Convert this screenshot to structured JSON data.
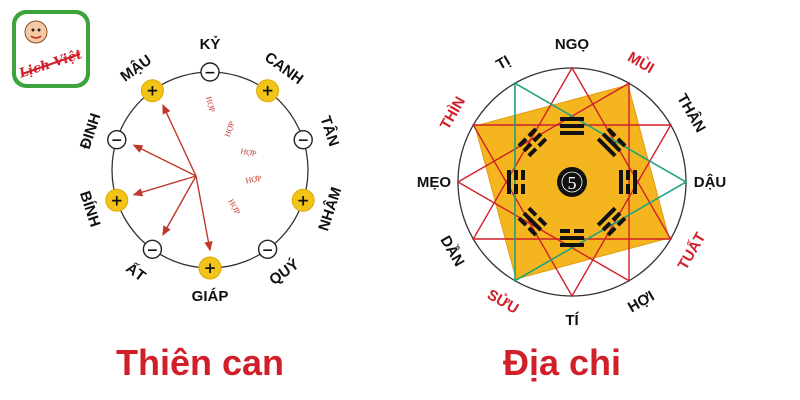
{
  "logo": {
    "text": "Lịch Việt"
  },
  "thien_can": {
    "caption": "Thiên can",
    "items": [
      {
        "label": "KỶ",
        "sign": "−"
      },
      {
        "label": "CANH",
        "sign": "+"
      },
      {
        "label": "TÂN",
        "sign": "−"
      },
      {
        "label": "NHÂM",
        "sign": "+"
      },
      {
        "label": "QUÝ",
        "sign": "−"
      },
      {
        "label": "GIÁP",
        "sign": "+"
      },
      {
        "label": "ẤT",
        "sign": "−"
      },
      {
        "label": "BÍNH",
        "sign": "+"
      },
      {
        "label": "ĐINH",
        "sign": "−"
      },
      {
        "label": "MẬU",
        "sign": "+"
      }
    ],
    "hop_label": "HỢP"
  },
  "dia_chi": {
    "caption": "Địa chi",
    "center_number": "5",
    "branches": [
      {
        "label": "NGỌ",
        "highlight": false
      },
      {
        "label": "MÙI",
        "highlight": true
      },
      {
        "label": "THÂN",
        "highlight": false
      },
      {
        "label": "DẬU",
        "highlight": false
      },
      {
        "label": "TUẤT",
        "highlight": true
      },
      {
        "label": "HỢI",
        "highlight": false
      },
      {
        "label": "TÍ",
        "highlight": false
      },
      {
        "label": "SỬU",
        "highlight": true
      },
      {
        "label": "DẦN",
        "highlight": false
      },
      {
        "label": "MẸO",
        "highlight": false
      },
      {
        "label": "THÌN",
        "highlight": true
      },
      {
        "label": "TỊ",
        "highlight": false
      }
    ]
  },
  "colors": {
    "accent_red": "#d11f2a",
    "plus_circle": "#f2c417",
    "square_fill": "#f5b51f",
    "green_star": "#1fa37a",
    "logo_green": "#3ea33a"
  }
}
